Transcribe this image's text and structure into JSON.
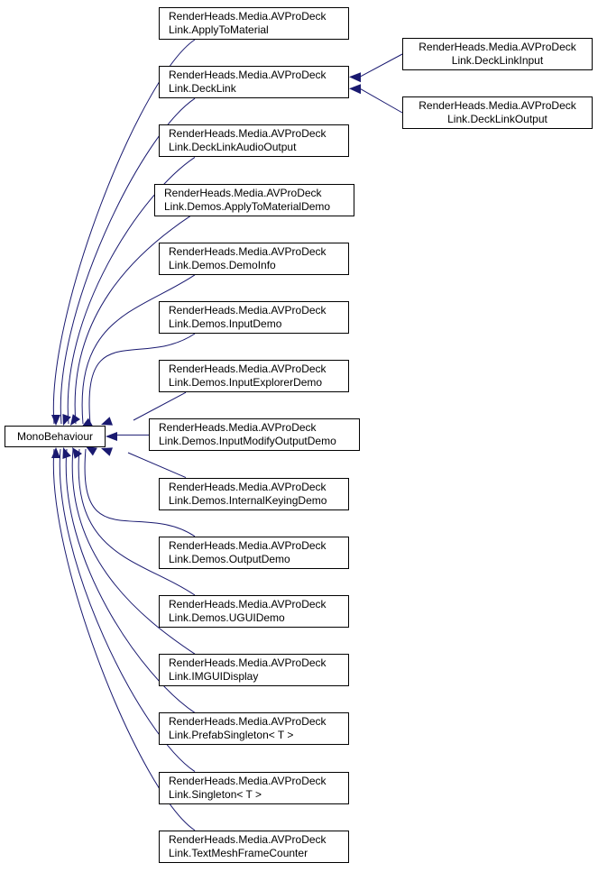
{
  "diagram": {
    "edge_color": "#191970",
    "root": {
      "label": "MonoBehaviour"
    },
    "children": [
      {
        "line1": "RenderHeads.Media.AVProDeck",
        "line2": "Link.ApplyToMaterial"
      },
      {
        "line1": "RenderHeads.Media.AVProDeck",
        "line2": "Link.DeckLink"
      },
      {
        "line1": "RenderHeads.Media.AVProDeck",
        "line2": "Link.DeckLinkAudioOutput"
      },
      {
        "line1": "RenderHeads.Media.AVProDeck",
        "line2": "Link.Demos.ApplyToMaterialDemo"
      },
      {
        "line1": "RenderHeads.Media.AVProDeck",
        "line2": "Link.Demos.DemoInfo"
      },
      {
        "line1": "RenderHeads.Media.AVProDeck",
        "line2": "Link.Demos.InputDemo"
      },
      {
        "line1": "RenderHeads.Media.AVProDeck",
        "line2": "Link.Demos.InputExplorerDemo"
      },
      {
        "line1": "RenderHeads.Media.AVProDeck",
        "line2": "Link.Demos.InputModifyOutputDemo"
      },
      {
        "line1": "RenderHeads.Media.AVProDeck",
        "line2": "Link.Demos.InternalKeyingDemo"
      },
      {
        "line1": "RenderHeads.Media.AVProDeck",
        "line2": "Link.Demos.OutputDemo"
      },
      {
        "line1": "RenderHeads.Media.AVProDeck",
        "line2": "Link.Demos.UGUIDemo"
      },
      {
        "line1": "RenderHeads.Media.AVProDeck",
        "line2": "Link.IMGUIDisplay"
      },
      {
        "line1": "RenderHeads.Media.AVProDeck",
        "line2": "Link.PrefabSingleton< T >"
      },
      {
        "line1": "RenderHeads.Media.AVProDeck",
        "line2": "Link.Singleton< T >"
      },
      {
        "line1": "RenderHeads.Media.AVProDeck",
        "line2": "Link.TextMeshFrameCounter"
      }
    ],
    "grandchildren": [
      {
        "line1": "RenderHeads.Media.AVProDeck",
        "line2": "Link.DeckLinkInput",
        "parent": 1
      },
      {
        "line1": "RenderHeads.Media.AVProDeck",
        "line2": "Link.DeckLinkOutput",
        "parent": 1
      }
    ]
  }
}
